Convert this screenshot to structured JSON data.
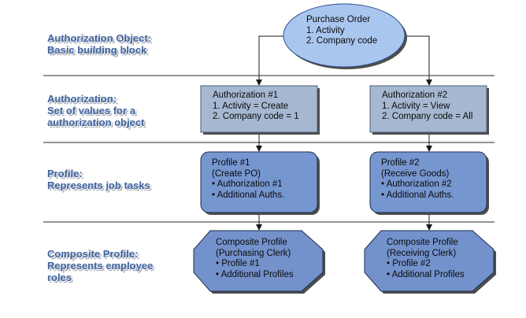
{
  "levels": [
    {
      "lines": [
        "Authorization Object:",
        "Basic building block"
      ]
    },
    {
      "lines": [
        "Authorization:",
        "Set of values for a",
        "authorization object"
      ]
    },
    {
      "lines": [
        "Profile:",
        "Represents job tasks"
      ]
    },
    {
      "lines": [
        "Composite Profile:",
        "Represents employee",
        "roles"
      ]
    }
  ],
  "purchase_order": {
    "lines": [
      "Purchase Order",
      "1. Activity",
      "2. Company code"
    ]
  },
  "authorizations": [
    {
      "lines": [
        "Authorization #1",
        "1. Activity = Create",
        "2. Company code = 1"
      ]
    },
    {
      "lines": [
        "Authorization #2",
        "1. Activity = View",
        "2. Company code = All"
      ]
    }
  ],
  "profiles": [
    {
      "lines": [
        "Profile #1",
        "(Create PO)",
        "• Authorization #1",
        "• Additional Auths."
      ]
    },
    {
      "lines": [
        "Profile #2",
        "(Receive Goods)",
        "• Authorization #2",
        "• Additional Auths."
      ]
    }
  ],
  "composites": [
    {
      "lines": [
        "Composite Profile",
        "(Purchasing Clerk)",
        "• Profile #1",
        "• Additional Profiles"
      ]
    },
    {
      "lines": [
        "Composite Profile",
        "(Receiving Clerk)",
        "• Profile #2",
        "• Additional Profiles"
      ]
    }
  ],
  "colors": {
    "ellipse_fill": "#a9c6ee",
    "ellipse_stroke": "#2c4f8c",
    "auth_fill": "#a6b8d1",
    "auth_stroke": "#4a5d78",
    "profile_fill": "#7696cf",
    "composite_fill": "#7391cb",
    "dark_stroke": "#1e2e4f",
    "label_text": "#3f63a0",
    "separator": "#2a2a2a"
  }
}
